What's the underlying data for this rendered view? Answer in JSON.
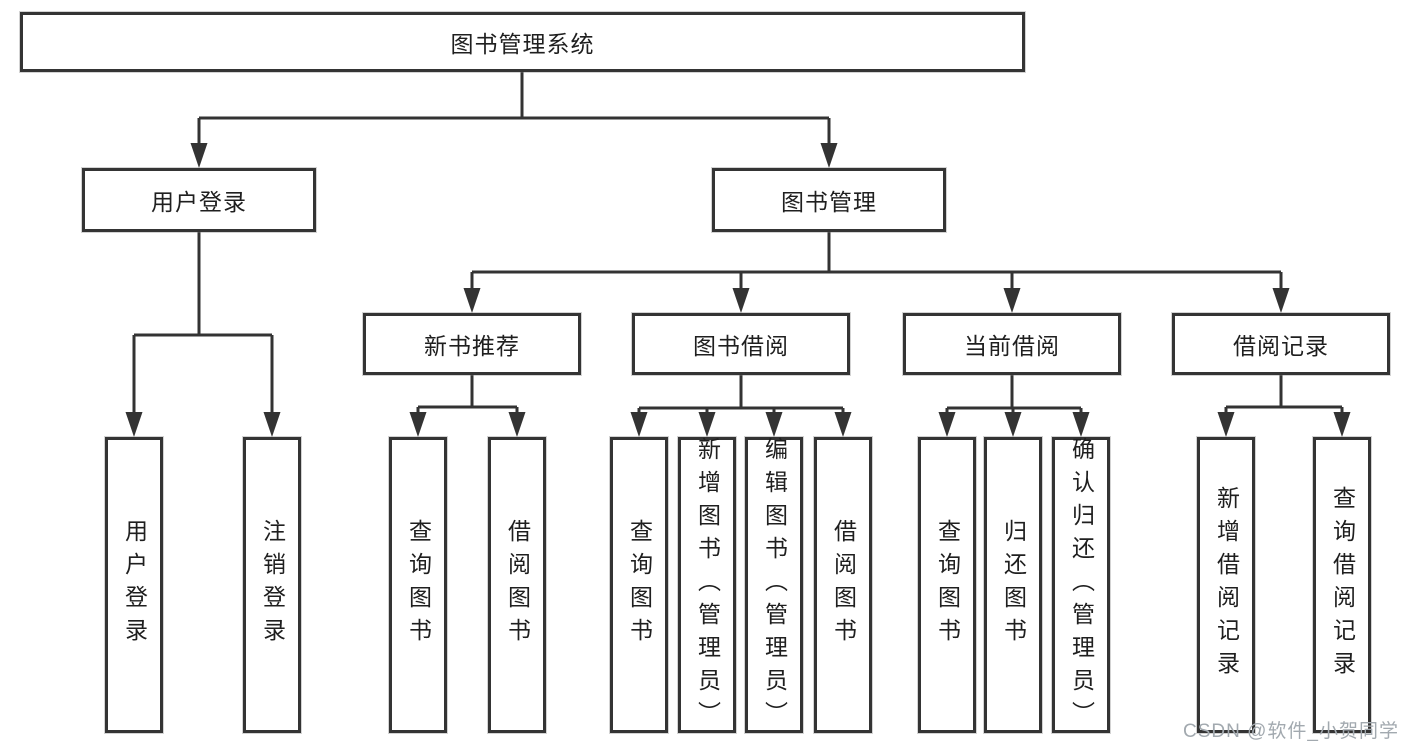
{
  "tree": {
    "label": "图书管理系统",
    "children": [
      {
        "label": "用户登录",
        "children": [
          {
            "label": "用户登录"
          },
          {
            "label": "注销登录"
          }
        ]
      },
      {
        "label": "图书管理",
        "children": [
          {
            "label": "新书推荐",
            "children": [
              {
                "label": "查询图书"
              },
              {
                "label": "借阅图书"
              }
            ]
          },
          {
            "label": "图书借阅",
            "children": [
              {
                "label": "查询图书"
              },
              {
                "label": "新增图书（管理员）"
              },
              {
                "label": "编辑图书（管理员）"
              },
              {
                "label": "借阅图书"
              }
            ]
          },
          {
            "label": "当前借阅",
            "children": [
              {
                "label": "查询图书"
              },
              {
                "label": "归还图书"
              },
              {
                "label": "确认归还（管理员）"
              }
            ]
          },
          {
            "label": "借阅记录",
            "children": [
              {
                "label": "新增借阅记录"
              },
              {
                "label": "查询借阅记录"
              }
            ]
          }
        ]
      }
    ]
  },
  "watermark": {
    "text": "CSDN @软件_小贺同学"
  },
  "colors": {
    "line": "#333333",
    "border": "#343434",
    "text": "#1f1f1f",
    "bg": "#ffffff",
    "watermark": "#a2a9af"
  }
}
